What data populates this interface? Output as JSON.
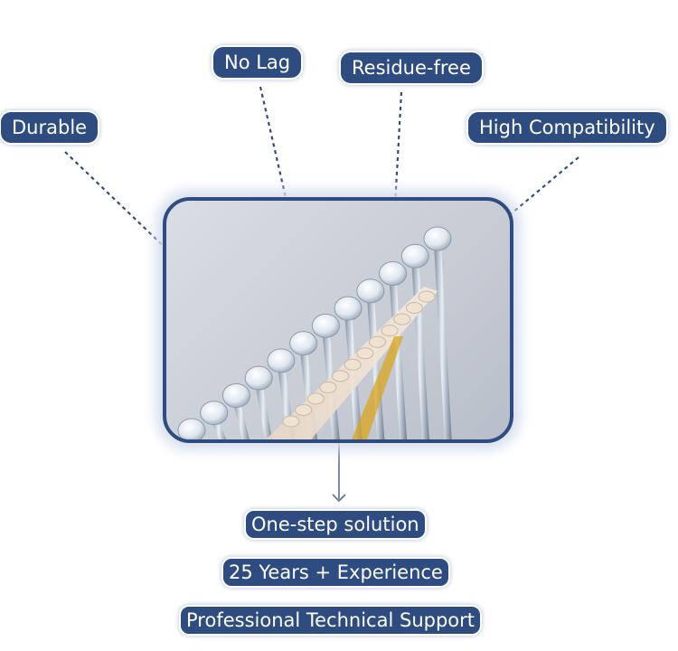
{
  "feature_labels": {
    "durable": "Durable",
    "no_lag": "No Lag",
    "residue_free": "Residue-free",
    "high_compatibility": "High Compatibility"
  },
  "product_image": {
    "subject": "collated-nails-strip"
  },
  "benefits": [
    "One-step solution",
    "25 Years +  Experience",
    "Professional Technical Support"
  ],
  "colors": {
    "label_background": "#2f4c80",
    "label_text": "#ffffff",
    "connector": "#2f4c80",
    "frame_border": "#2f4c80"
  }
}
